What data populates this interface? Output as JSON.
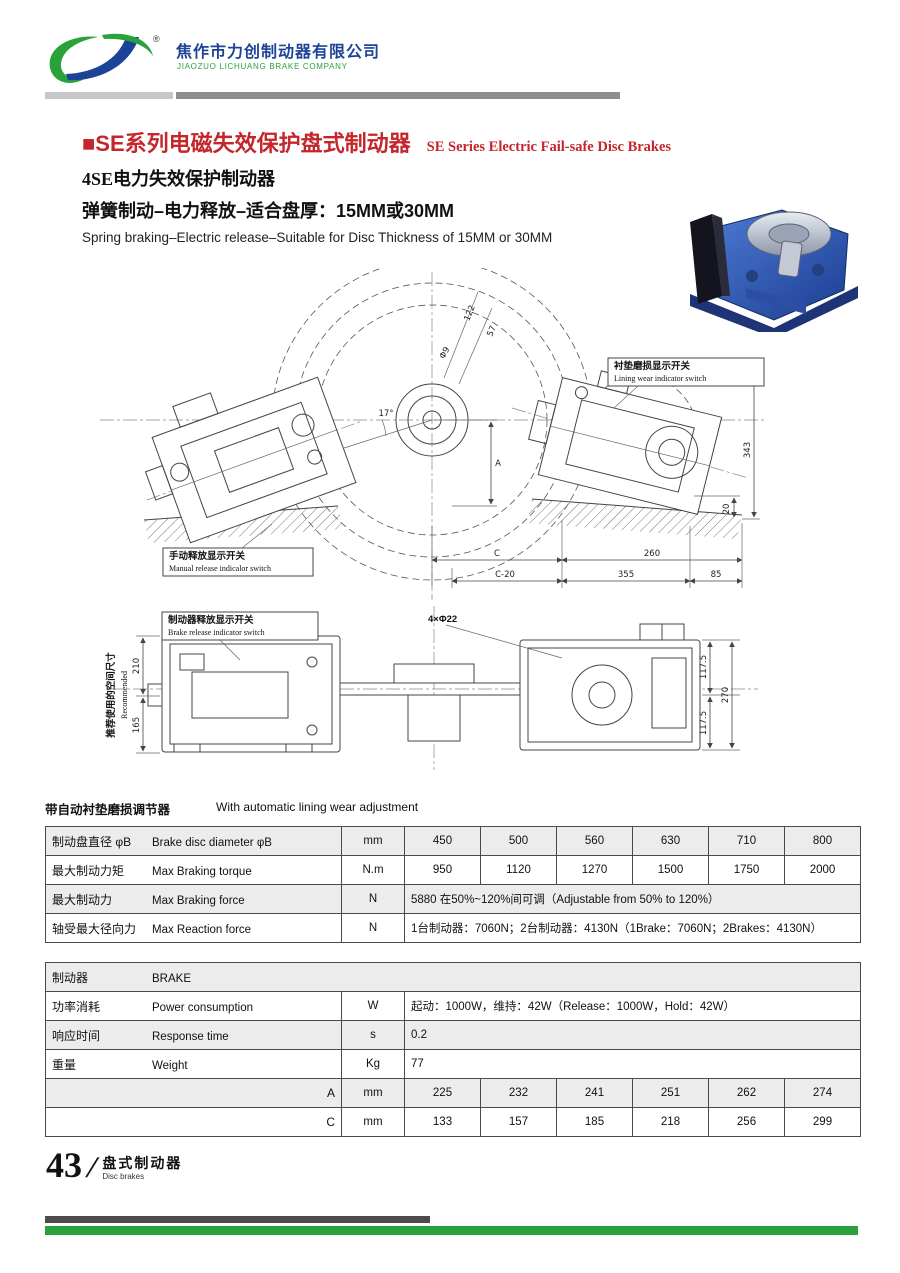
{
  "header": {
    "company_cn": "焦作市力创制动器有限公司",
    "company_en": "JIAOZUO LICHUANG BRAKE COMPANY",
    "registered": "®"
  },
  "title": {
    "series_cn": "■SE系列电磁失效保护盘式制动器",
    "series_en": "SE Series Electric Fail-safe Disc Brakes",
    "model": "4SE电力失效保护制动器",
    "spec_cn": "弹簧制动–电力释放–适合盘厚：15MM或30MM",
    "spec_en": "Spring braking–Electric release–Suitable for Disc Thickness of 15MM or 30MM"
  },
  "drawing": {
    "callouts": {
      "lining_cn": "衬垫磨损显示开关",
      "lining_en": "Lining wear indicator switch",
      "manual_cn": "手动释放显示开关",
      "manual_en": "Manual release indicalor switch",
      "brake_cn": "制动器释放显示开关",
      "brake_en": "Brake release indicator switch",
      "holes": "4×Φ22",
      "space_cn": "推荐使用的空间尺寸",
      "space_en": "Recommended"
    },
    "dims": {
      "d122": "122",
      "d57": "57",
      "dphi": "Φ9",
      "dang": "17°",
      "dA": "A",
      "d343": "343",
      "d20": "20",
      "dC": "C",
      "d260": "260",
      "dC20": "C-20",
      "d355": "355",
      "d85": "85",
      "d210": "210",
      "d165": "165",
      "d117a": "117.5",
      "d117b": "117.5",
      "d270": "270"
    }
  },
  "note": {
    "cn": "带自动衬垫磨损调节器",
    "en": "With automatic lining wear adjustment"
  },
  "table1": {
    "rows": [
      {
        "label_cn": "制动盘直径 φB",
        "label_en": "Brake disc diameter φB",
        "unit": "mm",
        "values": [
          "450",
          "500",
          "560",
          "630",
          "710",
          "800"
        ]
      },
      {
        "label_cn": "最大制动力矩",
        "label_en": "Max Braking torque",
        "unit": "N.m",
        "values": [
          "950",
          "1120",
          "1270",
          "1500",
          "1750",
          "2000"
        ]
      },
      {
        "label_cn": "最大制动力",
        "label_en": "Max Braking force",
        "unit": "N",
        "span": "5880  在50%~120%间可调（Adjustable from 50% to 120%）"
      },
      {
        "label_cn": "轴受最大径向力",
        "label_en": "Max  Reaction  force",
        "unit": "N",
        "span": "1台制动器：7060N；2台制动器：4130N（1Brake：7060N；2Brakes：4130N）"
      }
    ]
  },
  "table2": {
    "header_cn": "制动器",
    "header_en": "BRAKE",
    "rows": [
      {
        "label_cn": "功率消耗",
        "label_en": "Power consumption",
        "unit": "W",
        "span": "起动：1000W，维持：42W（Release：1000W，Hold：42W）"
      },
      {
        "label_cn": "响应时间",
        "label_en": "Response time",
        "unit": "s",
        "span": "0.2"
      },
      {
        "label_cn": "重量",
        "label_en": "Weight",
        "unit": "Kg",
        "span": "77"
      },
      {
        "label": "A",
        "unit": "mm",
        "values": [
          "225",
          "232",
          "241",
          "251",
          "262",
          "274"
        ]
      },
      {
        "label": "C",
        "unit": "mm",
        "values": [
          "133",
          "157",
          "185",
          "218",
          "256",
          "299"
        ]
      }
    ]
  },
  "footer": {
    "page": "43",
    "label_cn": "盘式制动器",
    "label_en": "Disc brakes"
  }
}
